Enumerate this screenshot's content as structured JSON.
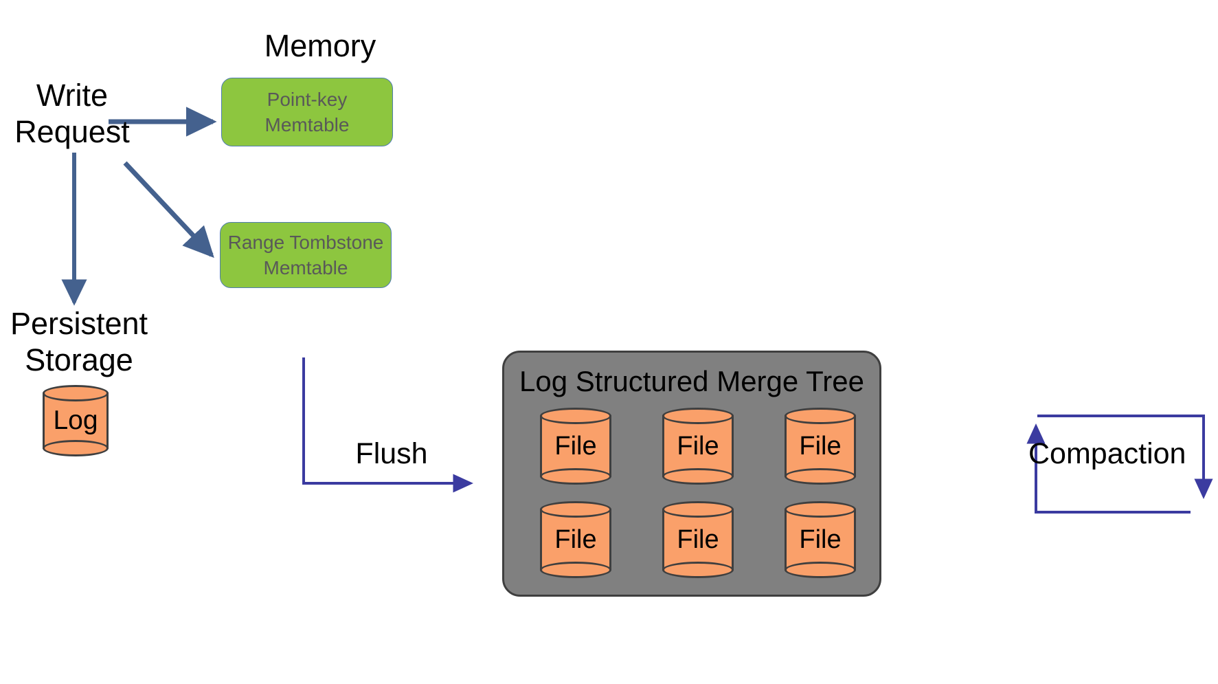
{
  "diagram": {
    "title": "LSM Tree write path",
    "background": "#ffffff"
  },
  "labels": {
    "memory": "Memory",
    "write_request": "Write\nRequest",
    "persistent_storage": "Persistent\nStorage",
    "flush": "Flush",
    "compaction": "Compaction"
  },
  "memtables": [
    {
      "id": "point-key-memtable",
      "text": "Point-key\nMemtable",
      "fill": "#8DC63F",
      "border": "#4F7CB0",
      "text_color": "#595959"
    },
    {
      "id": "range-tombstone-memtable",
      "text": "Range Tombstone\nMemtable",
      "fill": "#8DC63F",
      "border": "#4F7CB0",
      "text_color": "#595959"
    }
  ],
  "log_store": {
    "label": "Log",
    "fill": "#FAA06A",
    "stroke": "#3F3F3F"
  },
  "lsm": {
    "title": "Log Structured Merge Tree",
    "fill": "#808080",
    "stroke": "#3F3F3F",
    "rows": [
      {
        "files": [
          {
            "label": "File"
          },
          {
            "label": "File"
          },
          {
            "label": "File"
          }
        ]
      },
      {
        "files": [
          {
            "label": "File"
          },
          {
            "label": "File"
          },
          {
            "label": "File"
          }
        ]
      }
    ]
  },
  "arrows": [
    {
      "name": "write-to-point-key-memtable",
      "color": "#44618E",
      "kind": "straight"
    },
    {
      "name": "write-to-range-tombstone-memtable",
      "color": "#44618E",
      "kind": "diagonal"
    },
    {
      "name": "write-to-log",
      "color": "#44618E",
      "kind": "vertical"
    },
    {
      "name": "flush-arrow",
      "color": "#3B3BA0",
      "kind": "elbow"
    },
    {
      "name": "compaction-loop-out",
      "color": "#3B3BA0",
      "kind": "elbow"
    },
    {
      "name": "compaction-loop-in",
      "color": "#3B3BA0",
      "kind": "elbow"
    }
  ],
  "colors": {
    "memtable_green": "#8DC63F",
    "cylinder_orange": "#FAA06A",
    "lsm_gray": "#808080",
    "arrow_blue_thick": "#44618E",
    "arrow_blue_thin": "#3B3BA0",
    "outline_dark": "#3F3F3F"
  }
}
